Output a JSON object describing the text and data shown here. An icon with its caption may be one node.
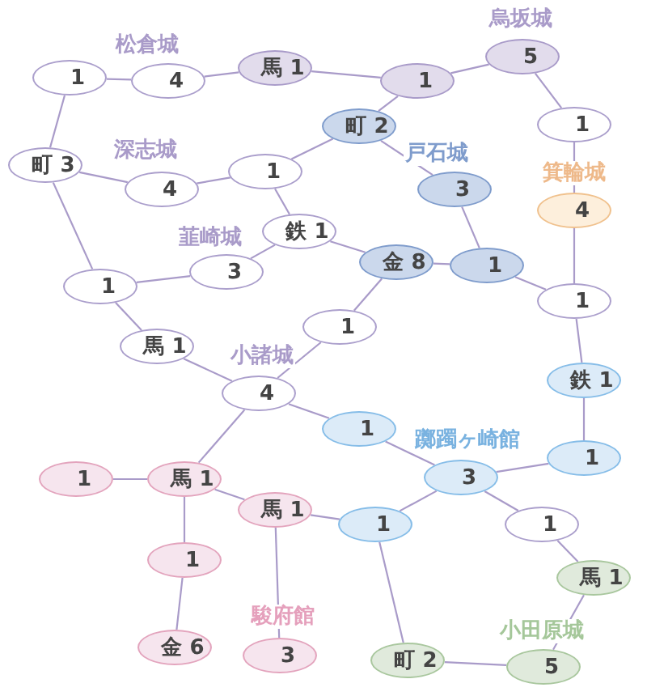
{
  "diagram": {
    "nodes": [
      {
        "text": [
          "1"
        ]
      },
      {
        "text": [
          "4"
        ],
        "beside": [
          "松倉城"
        ]
      },
      {
        "text": [
          "馬 1"
        ]
      },
      {
        "text": [
          "1"
        ]
      },
      {
        "text": [
          "5"
        ],
        "beside": [
          "烏坂城"
        ]
      },
      {
        "text": [
          "町 3"
        ]
      },
      {
        "text": [
          "4"
        ],
        "beside": [
          "深志城"
        ]
      },
      {
        "text": [
          "1"
        ]
      },
      {
        "text": [
          "町 2"
        ]
      },
      {
        "text": [
          "1"
        ]
      },
      {
        "text": [
          "3"
        ],
        "beside": [
          "戸石城"
        ]
      },
      {
        "text": [
          "4"
        ],
        "beside": [
          "箕輪城"
        ]
      },
      {
        "text": [
          "鉄 1"
        ]
      },
      {
        "text": [
          "1"
        ]
      },
      {
        "text": [
          "3"
        ],
        "beside": [
          "韮崎城"
        ]
      },
      {
        "text": [
          "金 8"
        ]
      },
      {
        "text": [
          "1"
        ]
      },
      {
        "text": [
          "1"
        ]
      },
      {
        "text": [
          "1"
        ]
      },
      {
        "text": [
          "馬 1"
        ]
      },
      {
        "text": [
          "4"
        ],
        "beside": [
          "小諸城"
        ]
      },
      {
        "text": [
          "1"
        ]
      },
      {
        "text": [
          "鉄 1"
        ]
      },
      {
        "text": [
          "馬 1"
        ]
      },
      {
        "text": [
          "1"
        ]
      },
      {
        "text": [
          "3"
        ],
        "beside": [
          "躑躅ヶ崎館"
        ]
      },
      {
        "text": [
          "1"
        ]
      },
      {
        "text": [
          "馬 1"
        ]
      },
      {
        "text": [
          "1"
        ]
      },
      {
        "text": [
          "1"
        ]
      },
      {
        "text": [
          "1"
        ]
      },
      {
        "text": [
          "馬 1"
        ]
      },
      {
        "text": [
          "金 6"
        ]
      },
      {
        "text": [
          "3"
        ],
        "beside": [
          "駿府館"
        ]
      },
      {
        "text": [
          "町 2"
        ]
      },
      {
        "text": [
          "5"
        ],
        "beside": [
          "小田原城"
        ]
      }
    ],
    "edges": [
      {
        "from": 0,
        "to": 1,
        "arrow": "none"
      },
      {
        "from": 0,
        "to": 5,
        "arrow": "none"
      },
      {
        "from": 1,
        "to": 2,
        "arrow": "none"
      },
      {
        "from": 2,
        "to": 3,
        "arrow": "none"
      },
      {
        "from": 3,
        "to": 4,
        "arrow": "none"
      },
      {
        "from": 3,
        "to": 8,
        "arrow": "none"
      },
      {
        "from": 4,
        "to": 9,
        "arrow": "none"
      },
      {
        "from": 5,
        "to": 6,
        "arrow": "none"
      },
      {
        "from": 5,
        "to": 13,
        "arrow": "none"
      },
      {
        "from": 6,
        "to": 7,
        "arrow": "none"
      },
      {
        "from": 7,
        "to": 8,
        "arrow": "none"
      },
      {
        "from": 7,
        "to": 12,
        "arrow": "none"
      },
      {
        "from": 8,
        "to": 10,
        "arrow": "none"
      },
      {
        "from": 9,
        "to": 11,
        "arrow": "none"
      },
      {
        "from": 10,
        "to": 16,
        "arrow": "none"
      },
      {
        "from": 11,
        "to": 17,
        "arrow": "none"
      },
      {
        "from": 12,
        "to": 14,
        "arrow": "none"
      },
      {
        "from": 12,
        "to": 15,
        "arrow": "none"
      },
      {
        "from": 13,
        "to": 14,
        "arrow": "none"
      },
      {
        "from": 13,
        "to": 19,
        "arrow": "none"
      },
      {
        "from": 15,
        "to": 16,
        "arrow": "none"
      },
      {
        "from": 15,
        "to": 18,
        "arrow": "none"
      },
      {
        "from": 16,
        "to": 17,
        "arrow": "none"
      },
      {
        "from": 17,
        "to": 22,
        "arrow": "none"
      },
      {
        "from": 18,
        "to": 20,
        "arrow": "none"
      },
      {
        "from": 19,
        "to": 20,
        "arrow": "none"
      },
      {
        "from": 20,
        "to": 21,
        "arrow": "none"
      },
      {
        "from": 20,
        "to": 23,
        "arrow": "none"
      },
      {
        "from": 21,
        "to": 25,
        "arrow": "none"
      },
      {
        "from": 22,
        "to": 26,
        "arrow": "none"
      },
      {
        "from": 25,
        "to": 26,
        "arrow": "none"
      },
      {
        "from": 25,
        "to": 28,
        "arrow": "none"
      },
      {
        "from": 25,
        "to": 29,
        "arrow": "none"
      },
      {
        "from": 23,
        "to": 24,
        "arrow": "none"
      },
      {
        "from": 23,
        "to": 27,
        "arrow": "none"
      },
      {
        "from": 23,
        "to": 30,
        "arrow": "none"
      },
      {
        "from": 27,
        "to": 28,
        "arrow": "none"
      },
      {
        "from": 27,
        "to": 33,
        "arrow": "none"
      },
      {
        "from": 28,
        "to": 34,
        "arrow": "none"
      },
      {
        "from": 29,
        "to": 31,
        "arrow": "none"
      },
      {
        "from": 30,
        "to": 32,
        "arrow": "none"
      },
      {
        "from": 31,
        "to": 35,
        "arrow": "none"
      },
      {
        "from": 34,
        "to": 35,
        "arrow": "none"
      }
    ]
  }
}
